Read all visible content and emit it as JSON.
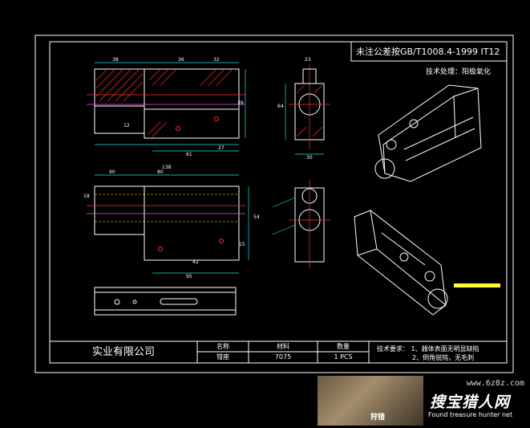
{
  "title_note": "未注公差按GB/T1008.4-1999 IT12",
  "surface_note": "技术处理：阳极氧化",
  "title_block": {
    "company": "实业有限公司",
    "name_label": "名称",
    "name_value": "钳座",
    "material_label": "材料",
    "material_value": "7075",
    "qty_label": "数量",
    "qty_value": "1 PCS"
  },
  "requirements": {
    "heading": "技术要求：",
    "item1": "1、器体表面无明显缺陷",
    "item2": "2、倒角锐钝，无毛刺"
  },
  "dimensions": {
    "d1": "38",
    "d2": "36",
    "d3": "32",
    "d4": "27",
    "d5": "12",
    "d6": "64",
    "d7": "54",
    "d8": "61",
    "d9": "80",
    "d10": "90",
    "d11": "138",
    "d12": "95",
    "d13": "30",
    "d14": "23",
    "d15": "39",
    "d16": "42",
    "d17": "18",
    "d18": "15"
  },
  "watermark": {
    "url": "www.6z8z.com",
    "brand": "搜宝猎人网",
    "english": "Found treasure hunter net",
    "tag": "狩猎"
  },
  "colors": {
    "frame": "#ffffff",
    "outline": "#ffffff",
    "hatch": "#ff2a2a",
    "dimension": "#22e0e0",
    "centerline": "#ff3030",
    "hidden": "#ffff00",
    "magenta": "#ff44ff",
    "highlight": "#ffff33"
  }
}
